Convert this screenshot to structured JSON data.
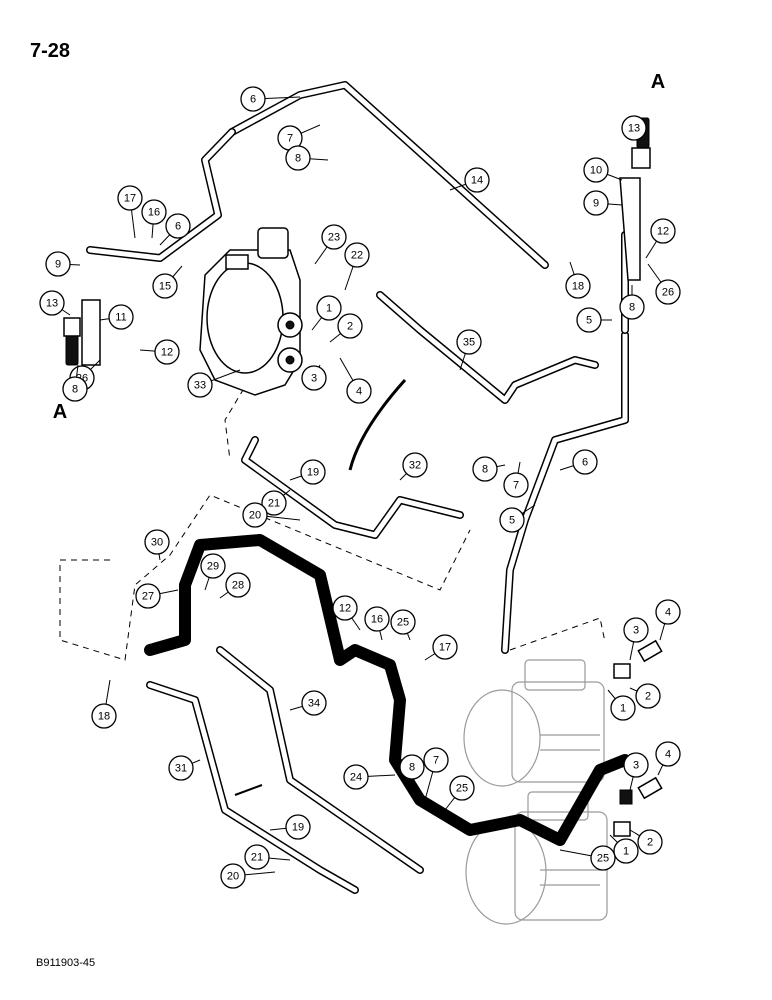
{
  "page_number": "7-28",
  "figure_code": "B911903-45",
  "section_labels": [
    "A",
    "A"
  ],
  "callouts": [
    "6",
    "7",
    "8",
    "13",
    "10",
    "9",
    "14",
    "17",
    "16",
    "6",
    "12",
    "23",
    "22",
    "9",
    "15",
    "18",
    "26",
    "13",
    "11",
    "1",
    "2",
    "5",
    "8",
    "35",
    "33",
    "3",
    "4",
    "12",
    "26",
    "8",
    "6",
    "19",
    "32",
    "7",
    "21",
    "8",
    "20",
    "5",
    "30",
    "29",
    "27",
    "28",
    "12",
    "16",
    "25",
    "4",
    "17",
    "3",
    "18",
    "34",
    "2",
    "1",
    "31",
    "4",
    "24",
    "8",
    "7",
    "3",
    "25",
    "19",
    "2",
    "21",
    "1",
    "20",
    "25"
  ]
}
